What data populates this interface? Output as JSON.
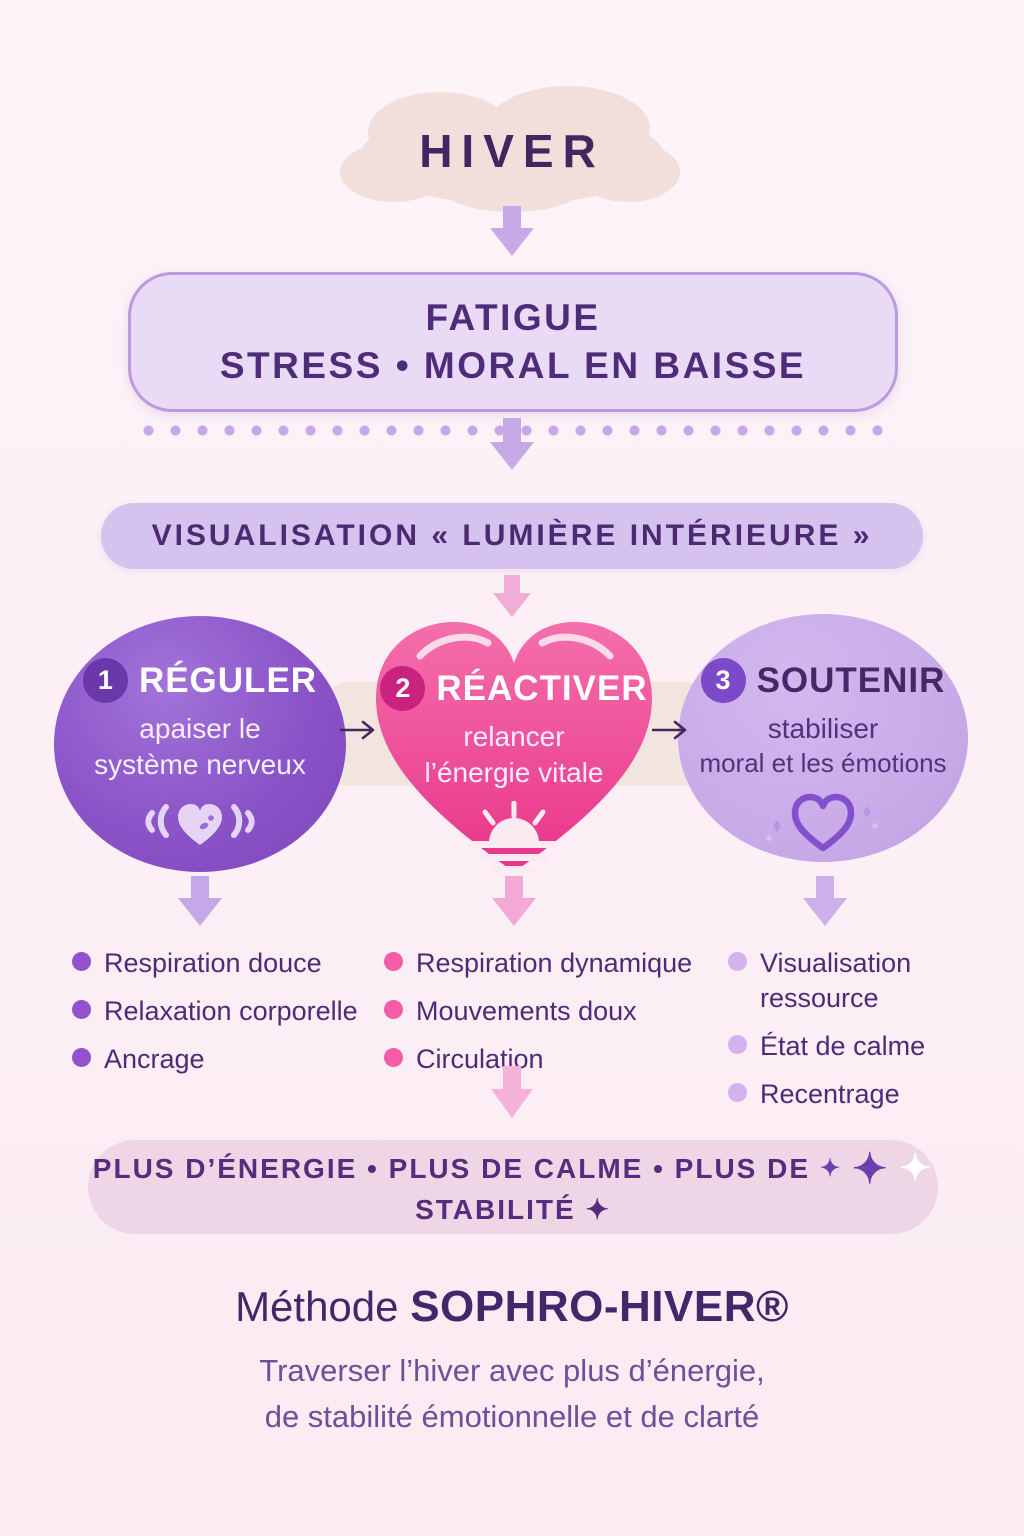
{
  "palette": {
    "background": "#fcf0f7",
    "deep_purple": "#42265f",
    "step_purple": "#8a54c8",
    "step_pink": "#ee4293",
    "step_lavender": "#c8abe8",
    "arrow_lavender": "#c7a9e8",
    "arrow_pink": "#f3abd7",
    "band_beige": "#f2e4df"
  },
  "header": {
    "title": "HIVER"
  },
  "problem_box": {
    "line1": "FATIGUE",
    "line2": "STRESS • MORAL EN BAISSE"
  },
  "method_pill": {
    "label": "VISUALISATION « LUMIÈRE INTÉRIEURE »"
  },
  "steps": [
    {
      "number": "1",
      "title": "RÉGULER",
      "sub1": "apaiser le",
      "sub2": "système nerveux",
      "icon": "beating-heart-icon",
      "bullets": [
        "Respiration douce",
        "Relaxation corporelle",
        "Ancrage"
      ]
    },
    {
      "number": "2",
      "title": "RÉACTIVER",
      "sub1": "relancer",
      "sub2": "l’énergie vitale",
      "icon": "sunrise-icon",
      "bullets": [
        "Respiration dynamique",
        "Mouvements doux",
        "Circulation"
      ]
    },
    {
      "number": "3",
      "title": "SOUTENIR",
      "sub1": "stabiliser",
      "sub2": "moral et les émotions",
      "icon": "heart-outline-icon",
      "bullets": [
        "Visualisation ressource",
        "État de calme",
        "Recentrage"
      ]
    }
  ],
  "result_pill": {
    "line1": "PLUS D’ÉNERGIE • PLUS DE CALME • PLUS DE",
    "line2": "STABILITÉ ✦",
    "sparkle": "✦"
  },
  "footer": {
    "method_prefix": "Méthode ",
    "method_name": "SOPHRO-HIVER®",
    "tagline1": "Traverser l’hiver avec plus d’énergie,",
    "tagline2": "de stabilité émotionnelle et de clarté"
  }
}
